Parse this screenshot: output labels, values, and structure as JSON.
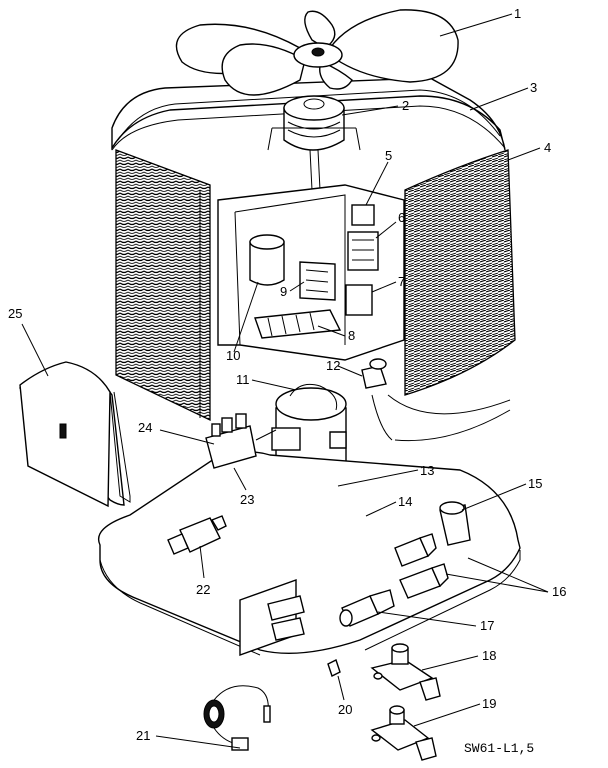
{
  "diagram": {
    "reference": "SW61-L1,5",
    "callouts": [
      {
        "id": "c1",
        "text": "1"
      },
      {
        "id": "c2",
        "text": "2"
      },
      {
        "id": "c3",
        "text": "3"
      },
      {
        "id": "c4",
        "text": "4"
      },
      {
        "id": "c5",
        "text": "5"
      },
      {
        "id": "c6",
        "text": "6"
      },
      {
        "id": "c7",
        "text": "7"
      },
      {
        "id": "c8",
        "text": "8"
      },
      {
        "id": "c9",
        "text": "9"
      },
      {
        "id": "c10",
        "text": "10"
      },
      {
        "id": "c11",
        "text": "11"
      },
      {
        "id": "c12",
        "text": "12"
      },
      {
        "id": "c13",
        "text": "13"
      },
      {
        "id": "c14",
        "text": "14"
      },
      {
        "id": "c15",
        "text": "15"
      },
      {
        "id": "c16",
        "text": "16"
      },
      {
        "id": "c17",
        "text": "17"
      },
      {
        "id": "c18",
        "text": "18"
      },
      {
        "id": "c19",
        "text": "19"
      },
      {
        "id": "c20",
        "text": "20"
      },
      {
        "id": "c21",
        "text": "21"
      },
      {
        "id": "c22",
        "text": "22"
      },
      {
        "id": "c23",
        "text": "23"
      },
      {
        "id": "c24",
        "text": "24"
      },
      {
        "id": "c25",
        "text": "25"
      }
    ]
  }
}
